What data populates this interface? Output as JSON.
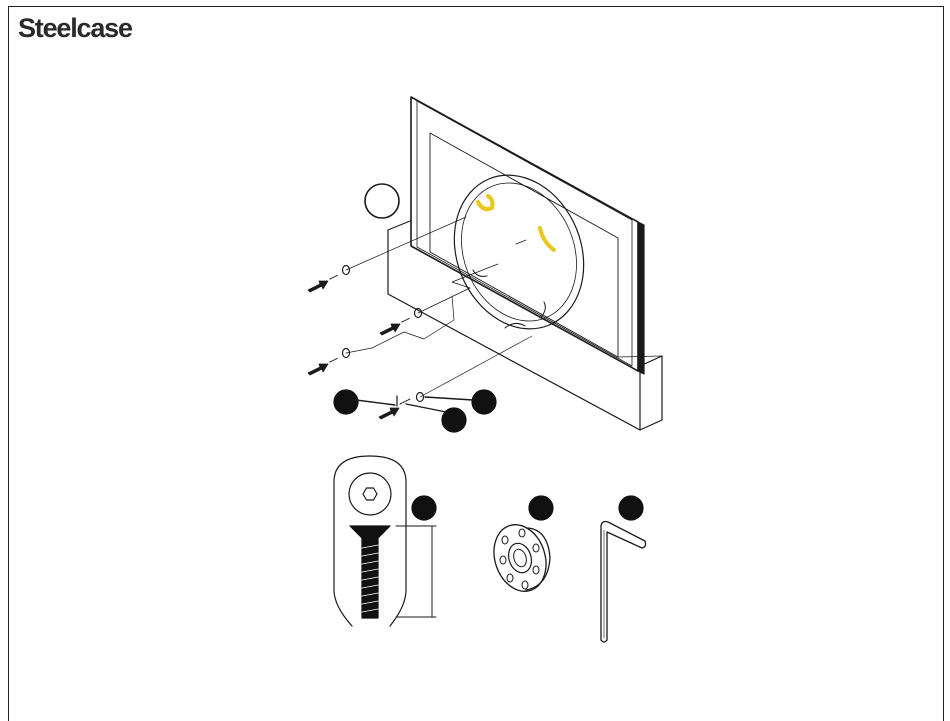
{
  "header": {
    "brand": "Steelcase"
  },
  "colors": {
    "line": "#1a1a1a",
    "accent": "#e8c81a",
    "callout_fill": "#111111",
    "background": "#ffffff"
  },
  "illustration": {
    "main_view": "monitor-rear-mounting-assembly",
    "parts": [
      {
        "name": "countersunk-hex-screw"
      },
      {
        "name": "mounting-washer"
      },
      {
        "name": "hex-allen-key"
      }
    ]
  }
}
